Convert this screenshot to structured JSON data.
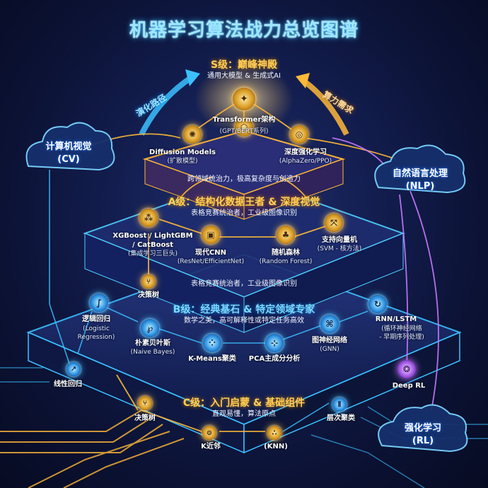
{
  "title": "机器学习算法战力总览图谱",
  "tiers": {
    "s": {
      "title": "S级：巅峰神殿",
      "subtitle": "通用大模型 & 生成式AI",
      "note": "跨领域统治力，极高复杂度与创造力"
    },
    "a": {
      "title": "A级：结构化数据王者 & 深度视觉",
      "subtitle": "表格竞赛统治者，工业级图像识别",
      "note": "表格竞赛统治者，工业级图像识别"
    },
    "b": {
      "title": "B级：经典基石 & 特定领域专家",
      "subtitle": "数学之美，高可解释性或特定任务高效"
    },
    "c": {
      "title": "C级：入门启蒙 & 基础组件",
      "subtitle": "直观易懂，算法原点"
    }
  },
  "arrows": {
    "left": "演化路径",
    "right": "算力需求"
  },
  "clouds": {
    "cv": {
      "name": "计算机视觉",
      "abbr": "(CV)"
    },
    "nlp": {
      "name": "自然语言处理",
      "abbr": "(NLP)"
    },
    "rl": {
      "name": "强化学习",
      "abbr": "(RL)"
    }
  },
  "nodes": {
    "transformer": {
      "name": "Transformer架构",
      "detail": "(GPT/BERT系列)",
      "icon": "network-icon"
    },
    "diffusion": {
      "name": "Diffusion Models",
      "detail": "(扩散模型)",
      "icon": "swirl-icon"
    },
    "drl": {
      "name": "深度强化学习",
      "detail": "(AlphaZero/PPO)",
      "icon": "target-icon"
    },
    "xgboost": {
      "name": "XGBoost / LightGBM",
      "name2": "/ CatBoost",
      "detail": "(集成学习三巨头)",
      "icon": "tree-icon"
    },
    "cnn": {
      "name": "现代CNN",
      "detail": "(ResNet/EfficientNet)",
      "icon": "image-icon"
    },
    "rf": {
      "name": "随机森林",
      "detail": "(Random Forest)",
      "icon": "forest-icon"
    },
    "svm": {
      "name": "支持向量机",
      "detail": "(SVM - 核方法)",
      "icon": "vector-icon"
    },
    "dtree_b": {
      "name": "决策树",
      "icon": "branch-icon"
    },
    "logistic": {
      "name": "逻辑回归",
      "detail": "(Logistic",
      "detail2": "Regression)",
      "icon": "curve-icon"
    },
    "bayes": {
      "name": "朴素贝叶斯",
      "detail": "(Naive Bayes)",
      "icon": "probability-icon"
    },
    "kmeans": {
      "name": "K-Means聚类",
      "icon": "cluster-icon"
    },
    "pca": {
      "name": "PCA主成分分析",
      "icon": "axis-icon"
    },
    "gnn": {
      "name": "图神经网络",
      "detail": "(GNN)",
      "icon": "graph-icon"
    },
    "rnn": {
      "name": "RNN/LSTM",
      "detail": "(循环神经网络",
      "detail2": "- 早期序列处理)",
      "icon": "loop-icon"
    },
    "linreg": {
      "name": "线性回归",
      "icon": "line-chart-icon"
    },
    "deeprl": {
      "name": "Deep RL",
      "icon": "brain-icon"
    },
    "dtree_c": {
      "name": "决策树",
      "icon": "branch-icon"
    },
    "knn_k": {
      "name": "K近邻",
      "icon": "neighbor-icon"
    },
    "knn": {
      "name": "(KNN)",
      "icon": "dots-icon"
    },
    "hier": {
      "name": "层次聚类",
      "icon": "dendrogram-icon"
    }
  },
  "colors": {
    "gold": "#ffb938",
    "blue": "#3cc0ff",
    "purple": "#c77aff",
    "background": "#141f52"
  }
}
